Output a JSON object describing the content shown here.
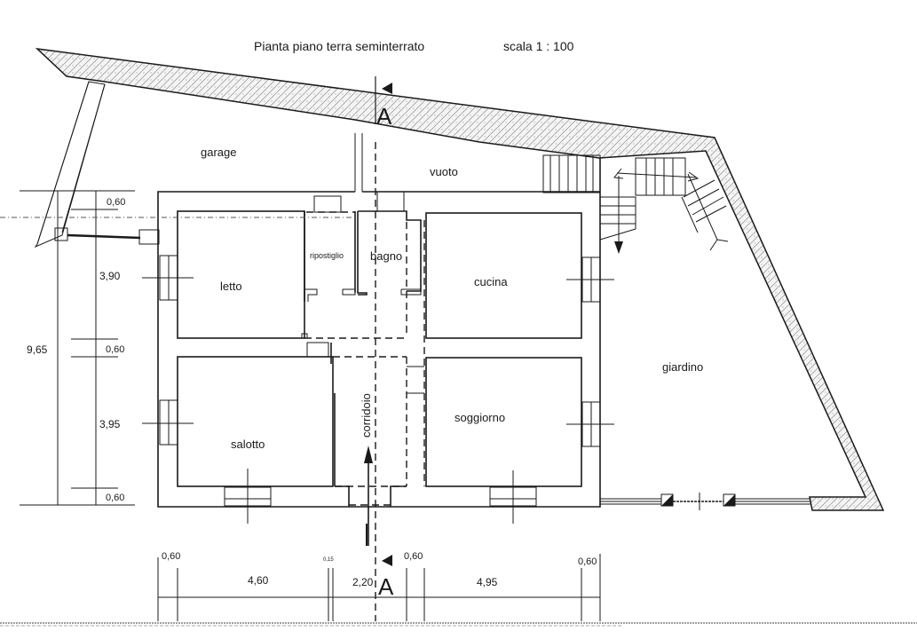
{
  "header": {
    "title": "Pianta piano terra seminterrato",
    "scale": "scala  1 : 100"
  },
  "section_marker": {
    "top_label": "A",
    "bottom_label": "A"
  },
  "rooms": {
    "garage": "garage",
    "vuoto": "vuoto",
    "letto": "letto",
    "ripostiglio": "ripostiglio",
    "bagno": "bagno",
    "cucina": "cucina",
    "salotto": "salotto",
    "corridoio": "corridoio",
    "soggiorno": "soggiorno",
    "giardino": "giardino"
  },
  "dimensions_vertical": {
    "total": "9,65",
    "top_wall": "0,60",
    "upper_rooms": "3,90",
    "middle_wall": "0,60",
    "lower_rooms": "3,95",
    "bottom_wall": "0,60"
  },
  "dimensions_horizontal": {
    "left_wall": "0,60",
    "left_rooms": "4,60",
    "inner_wall": "0,15",
    "corridor": "2,20",
    "center_wall": "0,60",
    "right_rooms": "4,95",
    "right_wall": "0,60"
  },
  "colors": {
    "line": "#1a1a1a",
    "background": "#ffffff"
  }
}
